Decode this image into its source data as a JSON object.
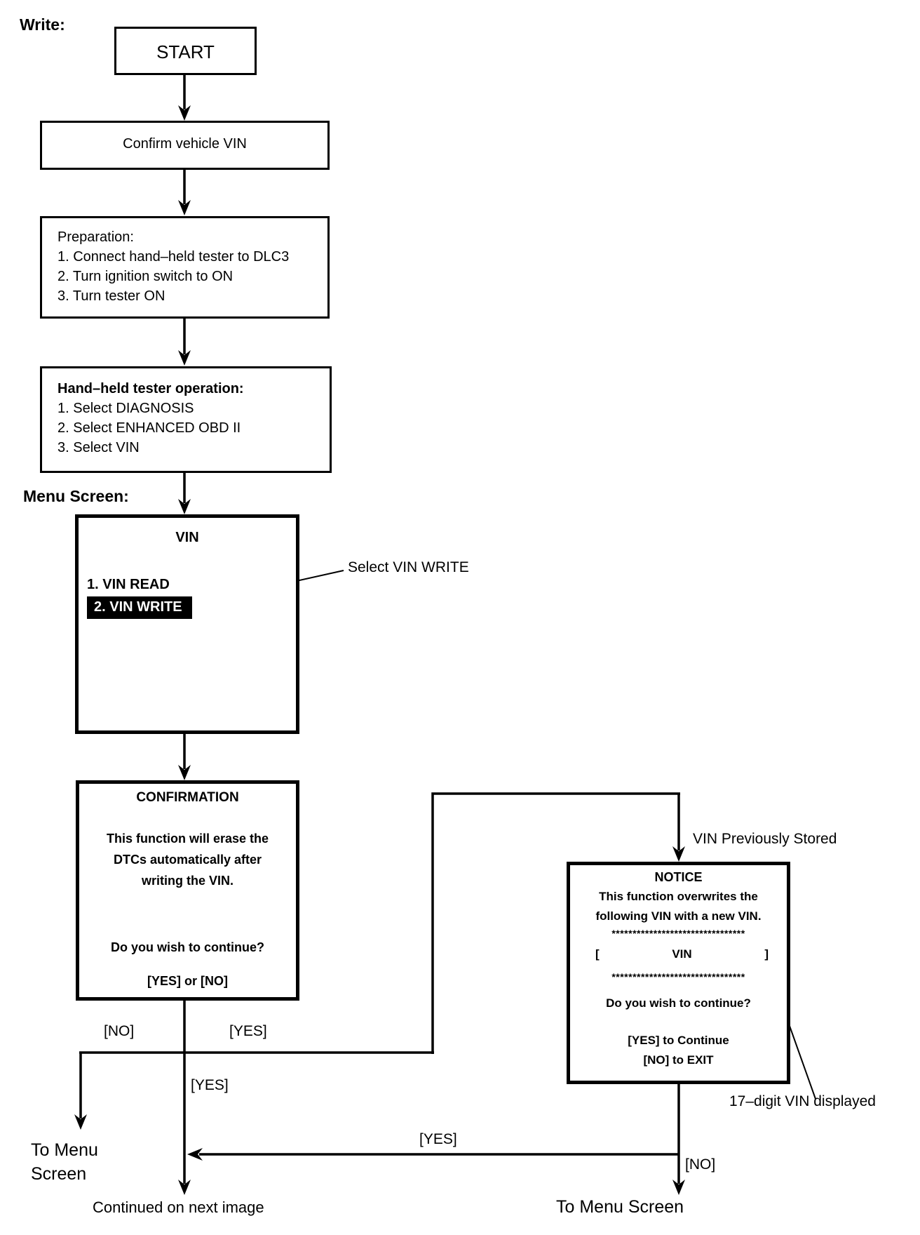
{
  "page": {
    "background": "#ffffff",
    "line_color": "#000000",
    "highlight_bg": "#000000",
    "highlight_fg": "#ffffff"
  },
  "labels": {
    "write": "Write:",
    "menu_screen": "Menu Screen:",
    "select_vin_write": "Select VIN WRITE",
    "vin_previously_stored": "VIN Previously Stored",
    "seventeen_digit_vin": "17–digit VIN displayed",
    "to_menu_line1": "To Menu",
    "to_menu_line2": "Screen",
    "to_menu_screen": "To Menu Screen",
    "continued": "Continued on next image"
  },
  "branches": {
    "yes": "[YES]",
    "no": "[NO]"
  },
  "nodes": {
    "start": {
      "label": "START"
    },
    "confirm_vin": {
      "label": "Confirm vehicle VIN"
    },
    "preparation": {
      "title": "Preparation:",
      "steps": [
        "1. Connect hand–held tester to DLC3",
        "2. Turn ignition switch to ON",
        "3. Turn tester ON"
      ]
    },
    "tester_operation": {
      "title": "Hand–held tester operation:",
      "steps": [
        "1. Select DIAGNOSIS",
        "2. Select ENHANCED OBD II",
        "3. Select VIN"
      ]
    },
    "vin_menu": {
      "title": "VIN",
      "item_read": "1. VIN READ",
      "item_write": "2. VIN WRITE"
    },
    "confirmation": {
      "title": "CONFIRMATION",
      "body": [
        "This function will erase the",
        "DTCs automatically after",
        "writing the VIN."
      ],
      "question": "Do you wish to continue?",
      "options": "[YES] or [NO]"
    },
    "notice": {
      "title": "NOTICE",
      "body": [
        "This function overwrites the",
        "following VIN with a new VIN."
      ],
      "stars": "********************************",
      "vin_open": "[",
      "vin_label": "VIN",
      "vin_close": "]",
      "question": "Do you wish to continue?",
      "yes_line": "[YES] to Continue",
      "no_line": "[NO] to EXIT"
    }
  }
}
